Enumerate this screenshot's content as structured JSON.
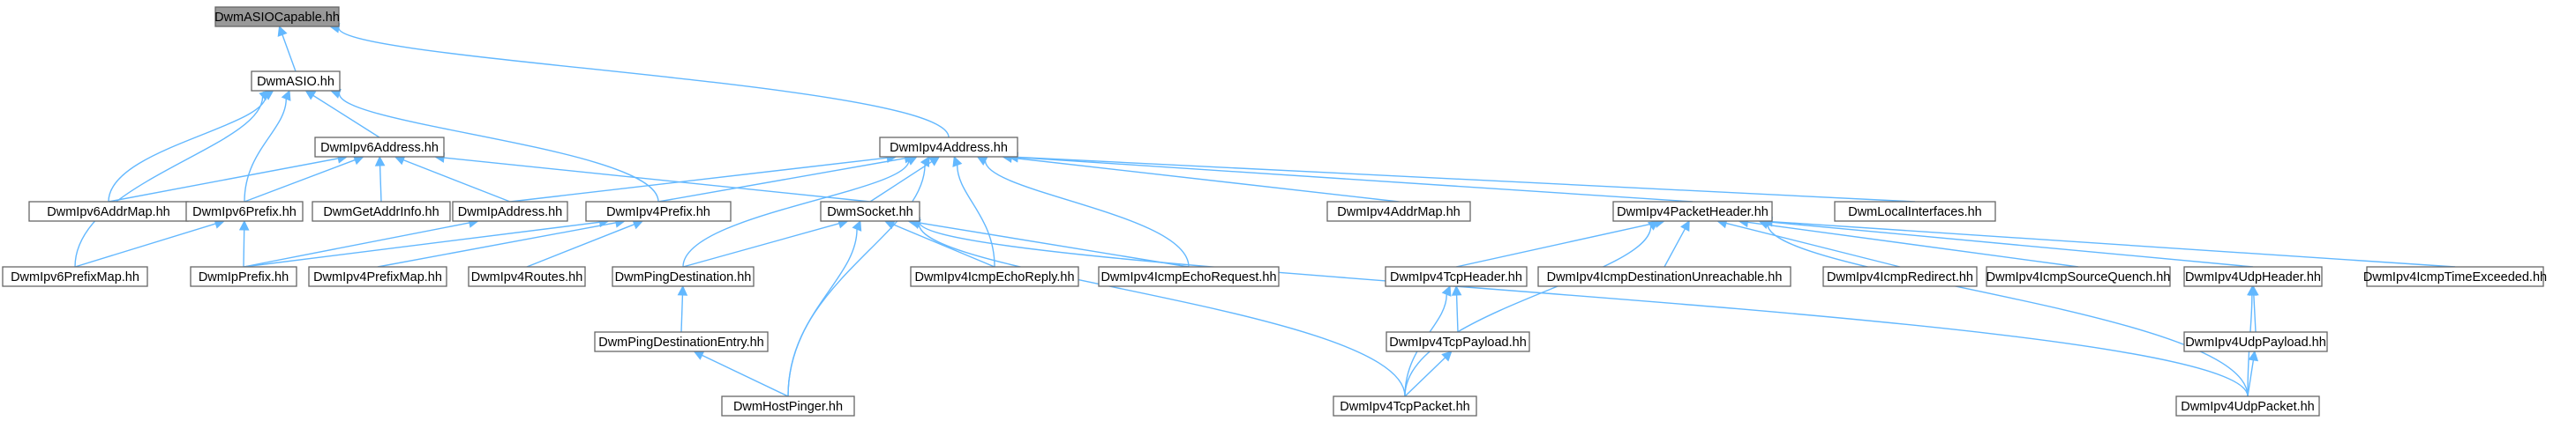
{
  "graph": {
    "direction": "included-by",
    "edge_color": "#63b8ff",
    "root_fill": "#999999",
    "nodes": [
      {
        "id": "asiocap",
        "label": "DwmASIOCapable.hh",
        "root": true
      },
      {
        "id": "asio",
        "label": "DwmASIO.hh"
      },
      {
        "id": "v6addr",
        "label": "DwmIpv6Address.hh"
      },
      {
        "id": "v4addr",
        "label": "DwmIpv4Address.hh"
      },
      {
        "id": "v6addrmap",
        "label": "DwmIpv6AddrMap.hh"
      },
      {
        "id": "v6prefix",
        "label": "DwmIpv6Prefix.hh"
      },
      {
        "id": "getaddr",
        "label": "DwmGetAddrInfo.hh"
      },
      {
        "id": "ipaddr",
        "label": "DwmIpAddress.hh"
      },
      {
        "id": "v4prefix",
        "label": "DwmIpv4Prefix.hh"
      },
      {
        "id": "socket",
        "label": "DwmSocket.hh"
      },
      {
        "id": "v4addrmap",
        "label": "DwmIpv4AddrMap.hh"
      },
      {
        "id": "pkthdr",
        "label": "DwmIpv4PacketHeader.hh"
      },
      {
        "id": "localif",
        "label": "DwmLocalInterfaces.hh"
      },
      {
        "id": "v6prefixmap",
        "label": "DwmIpv6PrefixMap.hh"
      },
      {
        "id": "ipprefix",
        "label": "DwmIpPrefix.hh"
      },
      {
        "id": "v4prefixmap",
        "label": "DwmIpv4PrefixMap.hh"
      },
      {
        "id": "v4routes",
        "label": "DwmIpv4Routes.hh"
      },
      {
        "id": "pingdest",
        "label": "DwmPingDestination.hh"
      },
      {
        "id": "echoreply",
        "label": "DwmIpv4IcmpEchoReply.hh"
      },
      {
        "id": "echoreq",
        "label": "DwmIpv4IcmpEchoRequest.hh"
      },
      {
        "id": "tcphdr",
        "label": "DwmIpv4TcpHeader.hh"
      },
      {
        "id": "destunreach",
        "label": "DwmIpv4IcmpDestinationUnreachable.hh"
      },
      {
        "id": "redirect",
        "label": "DwmIpv4IcmpRedirect.hh"
      },
      {
        "id": "srcquench",
        "label": "DwmIpv4IcmpSourceQuench.hh"
      },
      {
        "id": "udphdr",
        "label": "DwmIpv4UdpHeader.hh"
      },
      {
        "id": "timeexc",
        "label": "DwmIpv4IcmpTimeExceeded.hh"
      },
      {
        "id": "pingdestentry",
        "label": "DwmPingDestinationEntry.hh"
      },
      {
        "id": "tcppayload",
        "label": "DwmIpv4TcpPayload.hh"
      },
      {
        "id": "udppayload",
        "label": "DwmIpv4UdpPayload.hh"
      },
      {
        "id": "hostpinger",
        "label": "DwmHostPinger.hh"
      },
      {
        "id": "tcppacket",
        "label": "DwmIpv4TcpPacket.hh"
      },
      {
        "id": "udppacket",
        "label": "DwmIpv4UdpPacket.hh"
      }
    ],
    "edges": [
      [
        "asio",
        "asiocap"
      ],
      [
        "v4addr",
        "asiocap"
      ],
      [
        "v6addr",
        "asio"
      ],
      [
        "v6addrmap",
        "asio"
      ],
      [
        "v6prefix",
        "asio"
      ],
      [
        "v4prefix",
        "asio"
      ],
      [
        "v6prefixmap",
        "asio"
      ],
      [
        "v6addrmap",
        "v6addr"
      ],
      [
        "v6prefix",
        "v6addr"
      ],
      [
        "getaddr",
        "v6addr"
      ],
      [
        "ipaddr",
        "v6addr"
      ],
      [
        "socket",
        "v6addr"
      ],
      [
        "v6prefixmap",
        "v6prefix"
      ],
      [
        "ipprefix",
        "v6prefix"
      ],
      [
        "v4addrmap",
        "v4addr"
      ],
      [
        "ipaddr",
        "v4addr"
      ],
      [
        "v4prefix",
        "v4addr"
      ],
      [
        "socket",
        "v4addr"
      ],
      [
        "pkthdr",
        "v4addr"
      ],
      [
        "localif",
        "v4addr"
      ],
      [
        "pingdest",
        "v4addr"
      ],
      [
        "echoreply",
        "v4addr"
      ],
      [
        "echoreq",
        "v4addr"
      ],
      [
        "hostpinger",
        "v4addr"
      ],
      [
        "ipprefix",
        "ipaddr"
      ],
      [
        "ipprefix",
        "v4prefix"
      ],
      [
        "v4prefixmap",
        "v4prefix"
      ],
      [
        "v4routes",
        "v4prefix"
      ],
      [
        "pingdest",
        "socket"
      ],
      [
        "echoreply",
        "socket"
      ],
      [
        "echoreq",
        "socket"
      ],
      [
        "hostpinger",
        "socket"
      ],
      [
        "tcppacket",
        "socket"
      ],
      [
        "udppacket",
        "socket"
      ],
      [
        "tcphdr",
        "pkthdr"
      ],
      [
        "destunreach",
        "pkthdr"
      ],
      [
        "redirect",
        "pkthdr"
      ],
      [
        "srcquench",
        "pkthdr"
      ],
      [
        "udphdr",
        "pkthdr"
      ],
      [
        "timeexc",
        "pkthdr"
      ],
      [
        "tcppacket",
        "pkthdr"
      ],
      [
        "udppacket",
        "pkthdr"
      ],
      [
        "pingdestentry",
        "pingdest"
      ],
      [
        "hostpinger",
        "pingdestentry"
      ],
      [
        "tcppayload",
        "tcphdr"
      ],
      [
        "tcppacket",
        "tcphdr"
      ],
      [
        "tcppacket",
        "tcppayload"
      ],
      [
        "udppayload",
        "udphdr"
      ],
      [
        "udppacket",
        "udphdr"
      ],
      [
        "udppacket",
        "udppayload"
      ]
    ]
  }
}
